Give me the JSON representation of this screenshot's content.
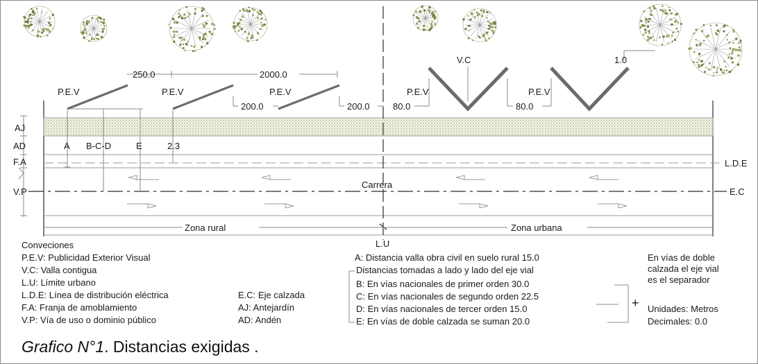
{
  "diagram": {
    "labels": {
      "pev": "P.E.V",
      "vc": "V.C",
      "aj": "AJ",
      "ad": "AD",
      "fa": "F.A",
      "vp": "V.P",
      "lde": "L.D.E",
      "ec": "E.C",
      "lu": "L.U",
      "carrera": "Carrera",
      "zona_rural": "Zona rural",
      "zona_urbana": "Zona urbana",
      "a": "A",
      "bcd": "B-C-D",
      "e": "E"
    },
    "dimensions": {
      "d250": "250.0",
      "d2000": "2000.0",
      "d200a": "200.0",
      "d200b": "200.0",
      "d80a": "80.0",
      "d80b": "80.0",
      "d23": "2.3",
      "d10": "1.0"
    }
  },
  "conventions": {
    "title": "Conveciones",
    "items": [
      "P.E.V: Publicidad Exterior Visual",
      "V.C: Valla contigua",
      "L.U: Límite urbano",
      "L.D.E: Línea de distribución eléctrica",
      "F.A: Franja de amoblamiento",
      "V.P: Vía de uso o dominio público"
    ],
    "extra": [
      "E.C: Eje calzada",
      "AJ: Antejardín",
      "AD: Andén"
    ]
  },
  "distances": {
    "a": "A: Distancia valla obra civil en suelo rural 15.0",
    "header": "Distancias tomadas a lado y lado del eje vial",
    "b": "B: En vías nacionales de primer orden 30.0",
    "c": "C: En vías nacionales de segundo orden 22.5",
    "d": "D: En vías nacionales de tercer orden 15.0",
    "e": "E: En vías de doble calzada se suman 20.0",
    "plus": "+"
  },
  "notes": {
    "double": [
      "En vías de doble",
      "calzada el eje vial",
      "es el separador"
    ],
    "units": "Unidades: Metros",
    "decimals": "Decimales: 0.0"
  },
  "caption": {
    "italic": "Grafico N°1",
    "rest": ". Distancias exigidas ."
  }
}
